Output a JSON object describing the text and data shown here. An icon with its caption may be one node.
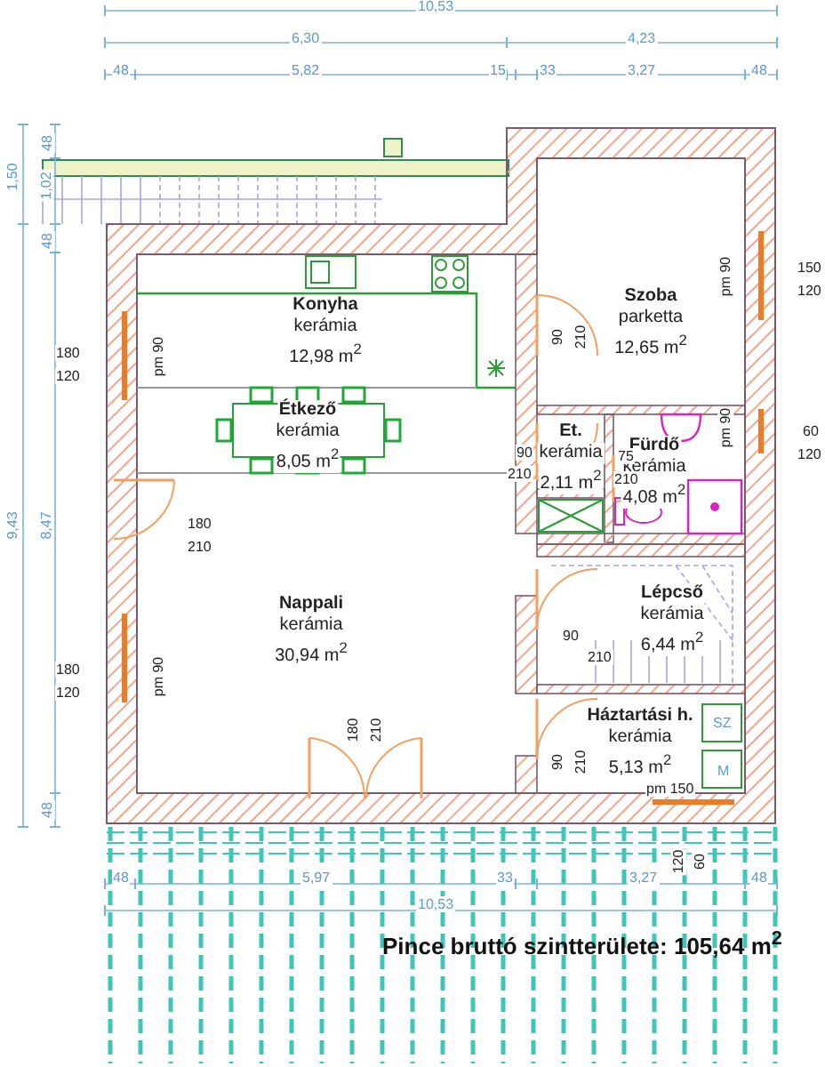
{
  "diagram": {
    "caption": "Pince bruttó szintterülete:  105,64 m$^{2}$",
    "nodes": [
      {
        "text": [
          "Konyha",
          "kerámia",
          "12,98 m$^{2}$"
        ]
      },
      {
        "text": [
          "Étkező",
          "kerámia",
          "8,05 m$^{2}$"
        ]
      },
      {
        "text": [
          "Szoba",
          "parketta",
          "12,65 m$^{2}$"
        ]
      },
      {
        "text": [
          "Et.",
          "kerámia",
          "2,11 m$^{2}$"
        ]
      },
      {
        "text": [
          "Fürdő",
          "kerámia",
          "4,08 m$^{2}$"
        ]
      },
      {
        "text": [
          "Nappali",
          "kerámia",
          "30,94 m$^{2}$"
        ]
      },
      {
        "text": [
          "Lépcső",
          "kerámia",
          "6,44 m$^{2}$"
        ]
      },
      {
        "text": [
          "Háztartási h.",
          "kerámia",
          "5,13 m$^{2}$"
        ]
      }
    ],
    "labels": [
      "10,53",
      "6,30",
      "4,23",
      "48",
      "5,82",
      "15",
      "33",
      "3,27",
      "48",
      "1,50",
      "48",
      "1,02",
      "48",
      "9,43",
      "8,47",
      "48",
      "180",
      "120",
      "pm 90",
      "pm 90",
      "150",
      "120",
      "90",
      "210",
      "90",
      "210",
      "75",
      "210",
      "pm 90",
      "60",
      "120",
      "180",
      "210",
      "180",
      "120",
      "pm 90",
      "180",
      "210",
      "90",
      "210",
      "90",
      "210",
      "SZ",
      "pm 150",
      "M",
      "48",
      "5,97",
      "33",
      "3,27",
      "120",
      "60",
      "48",
      "10,53"
    ]
  }
}
